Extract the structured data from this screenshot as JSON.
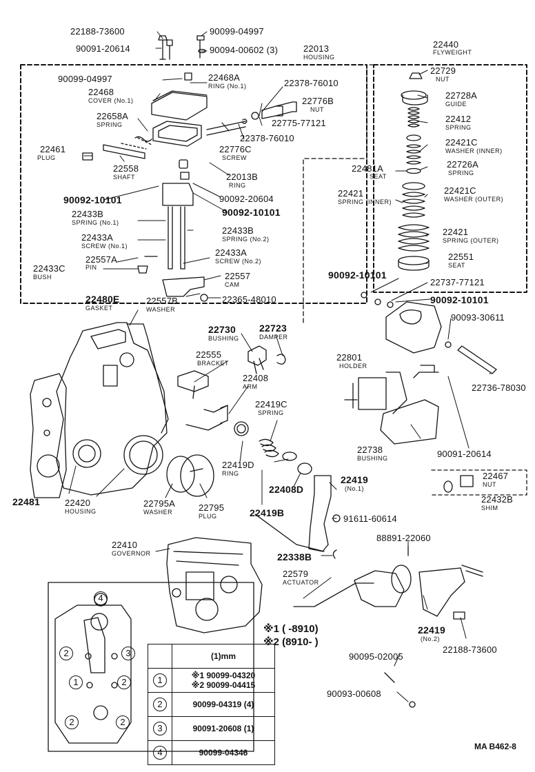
{
  "parts": {
    "p22188_top": "22188-73600",
    "p90099_04997_top": "90099-04997",
    "p90091_20614_top": "90091-20614",
    "p90094_00602": "90094-00602 (3)",
    "p22013": "22013",
    "p22013_sub": "HOUSING",
    "p22440": "22440",
    "p22440_sub": "FLYWEIGHT",
    "p90099_04997": "90099-04997",
    "p22468A": "22468A",
    "p22468A_sub": "RING (No.1)",
    "p22378_76010_a": "22378-76010",
    "p22729": "22729",
    "p22729_sub": "NUT",
    "p22468": "22468",
    "p22468_sub": "COVER (No.1)",
    "p22776B": "22776B",
    "p22776B_sub": "NUT",
    "p22728A": "22728A",
    "p22728A_sub": "GUIDE",
    "p22658A": "22658A",
    "p22658A_sub": "SPRING",
    "p22775": "22775-77121",
    "p22412": "22412",
    "p22412_sub": "SPRING",
    "p22378_76010_b": "22378-76010",
    "p22461": "22461",
    "p22461_sub": "PLUG",
    "p22776C": "22776C",
    "p22776C_sub": "SCREW",
    "p22421C_a": "22421C",
    "p22421C_a_sub": "WASHER (INNER)",
    "p22558": "22558",
    "p22558_sub": "SHAFT",
    "p22481A": "22481A",
    "p22481A_sub": "SEAT",
    "p22726A": "22726A",
    "p22726A_sub": "SPRING",
    "p22013B": "22013B",
    "p22013B_sub": "RING",
    "p90092_10101_a": "90092-10101",
    "p90092_20604": "90092-20604",
    "p22421": "22421",
    "p22421_sub": "SPRING (INNER)",
    "p22421C_b": "22421C",
    "p22421C_b_sub": "WASHER (OUTER)",
    "p90092_10101_b": "90092-10101",
    "p22433B_a": "22433B",
    "p22433B_a_sub": "SPRING (No.1)",
    "p22433B_b": "22433B",
    "p22433B_b_sub": "SPRING (No.2)",
    "p22421_outer": "22421",
    "p22421_outer_sub": "SPRING (OUTER)",
    "p22433A_a": "22433A",
    "p22433A_a_sub": "SCREW (No.1)",
    "p22433A_b": "22433A",
    "p22433A_b_sub": "SCREW (No.2)",
    "p22551": "22551",
    "p22551_sub": "SEAT",
    "p22557A": "22557A",
    "p22557A_sub": "PIN",
    "p22433C": "22433C",
    "p22433C_sub": "BUSH",
    "p22557": "22557",
    "p22557_sub": "CAM",
    "p90092_10101_c": "90092-10101",
    "p22737": "22737-77121",
    "p22557B": "22557B",
    "p22557B_sub": "WASHER",
    "p22365": "22365-48010",
    "p90092_10101_d": "90092-10101",
    "p22480E": "22480E",
    "p22480E_sub": "GASKET",
    "p90093_30611": "90093-30611",
    "p22730": "22730",
    "p22730_sub": "BUSHING",
    "p22723": "22723",
    "p22723_sub": "DAMPER",
    "p22555": "22555",
    "p22555_sub": "BRACKET",
    "p22801": "22801",
    "p22801_sub": "HOLDER",
    "p22736": "22736-78030",
    "p22408": "22408",
    "p22408_sub": "ARM",
    "p22419C": "22419C",
    "p22419C_sub": "SPRING",
    "p22738": "22738",
    "p22738_sub": "BUSHING",
    "p90091_20614": "90091-20614",
    "p22419D": "22419D",
    "p22419D_sub": "RING",
    "p22467": "22467",
    "p22467_sub": "NUT",
    "p22481": "22481",
    "p22420": "22420",
    "p22420_sub": "HOUSING",
    "p22795A": "22795A",
    "p22795A_sub": "WASHER",
    "p22795": "22795",
    "p22795_sub": "PLUG",
    "p22408D": "22408D",
    "p22419_1": "22419",
    "p22419_1_sub": "(No.1)",
    "p22432B": "22432B",
    "p22432B_sub": "SHIM",
    "p22419B": "22419B",
    "p91611": "91611-60614",
    "p22410": "22410",
    "p22410_sub": "GOVERNOR",
    "p88891": "88891-22060",
    "p22338B": "22338B",
    "p22579": "22579",
    "p22579_sub": "ACTUATOR",
    "p22419_2": "22419",
    "p22419_2_sub": "(No.2)",
    "p22188_bottom": "22188-73600",
    "p90095": "90095-02005",
    "p90093_00608": "90093-00608"
  },
  "notes": {
    "n1": "※1 (        -8910)",
    "n2": "※2 (8910-        )"
  },
  "ref_table": {
    "header": "(1)mm",
    "rows": [
      {
        "key": "1",
        "value": "※1 90099-04320",
        "value2": "※2 90099-04415"
      },
      {
        "key": "2",
        "value": "90099-04319 (4)"
      },
      {
        "key": "3",
        "value": "90091-20608 (1)"
      },
      {
        "key": "4",
        "value": "90099-04346"
      }
    ]
  },
  "gasket_markers": [
    "4",
    "2",
    "3",
    "1",
    "2",
    "2",
    "2"
  ],
  "diagram_code": "MA B462-8"
}
